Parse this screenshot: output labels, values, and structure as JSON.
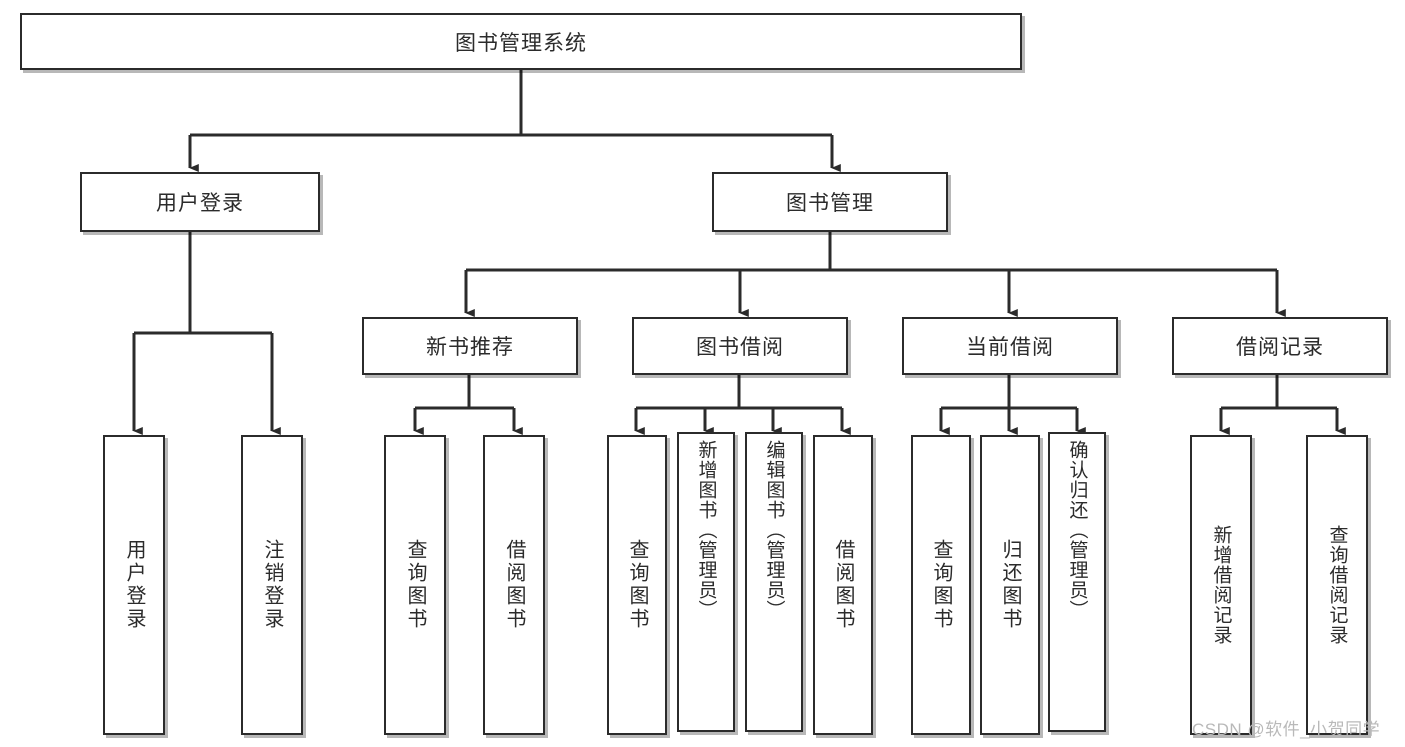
{
  "diagram": {
    "title": "图书管理系统",
    "type": "tree",
    "root": {
      "label": "图书管理系统"
    },
    "level1": [
      {
        "label": "用户登录"
      },
      {
        "label": "图书管理"
      }
    ],
    "level2": [
      {
        "label": "新书推荐"
      },
      {
        "label": "图书借阅"
      },
      {
        "label": "当前借阅"
      },
      {
        "label": "借阅记录"
      }
    ],
    "leaves": [
      {
        "label": "用户登录",
        "parent": "用户登录"
      },
      {
        "label": "注销登录",
        "parent": "用户登录"
      },
      {
        "label": "查询图书",
        "parent": "新书推荐"
      },
      {
        "label": "借阅图书",
        "parent": "新书推荐"
      },
      {
        "label": "查询图书",
        "parent": "图书借阅"
      },
      {
        "label": "新增图书（管理员）",
        "parent": "图书借阅"
      },
      {
        "label": "编辑图书（管理员）",
        "parent": "图书借阅"
      },
      {
        "label": "借阅图书",
        "parent": "图书借阅"
      },
      {
        "label": "查询图书",
        "parent": "当前借阅"
      },
      {
        "label": "归还图书",
        "parent": "当前借阅"
      },
      {
        "label": "确认归还（管理员）",
        "parent": "当前借阅"
      },
      {
        "label": "新增借阅记录",
        "parent": "借阅记录"
      },
      {
        "label": "查询借阅记录",
        "parent": "借阅记录"
      }
    ]
  },
  "watermark": {
    "text": "CSDN @软件_小贺同学"
  },
  "colors": {
    "line": "#2b2b2b",
    "box_fill": "#ffffff",
    "text": "#2b2b2b",
    "watermark": "#b9b9b9"
  }
}
